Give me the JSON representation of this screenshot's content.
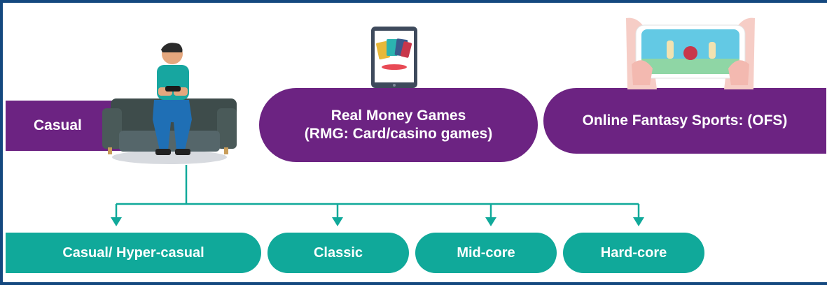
{
  "colors": {
    "frame": "#14487f",
    "purple": "#6c2382",
    "teal": "#10a99a"
  },
  "categories": [
    {
      "label": "Casual"
    },
    {
      "label_line1": "Real Money Games",
      "label_line2": "(RMG: Card/casino games)"
    },
    {
      "label": "Online Fantasy Sports: (OFS)"
    }
  ],
  "subtypes": [
    {
      "label": "Casual/ Hyper-casual"
    },
    {
      "label": "Classic"
    },
    {
      "label": "Mid-core"
    },
    {
      "label": "Hard-core"
    }
  ],
  "illustrations": [
    "person-on-couch-gaming",
    "tablet-with-cards",
    "hands-holding-phone-cricket"
  ]
}
